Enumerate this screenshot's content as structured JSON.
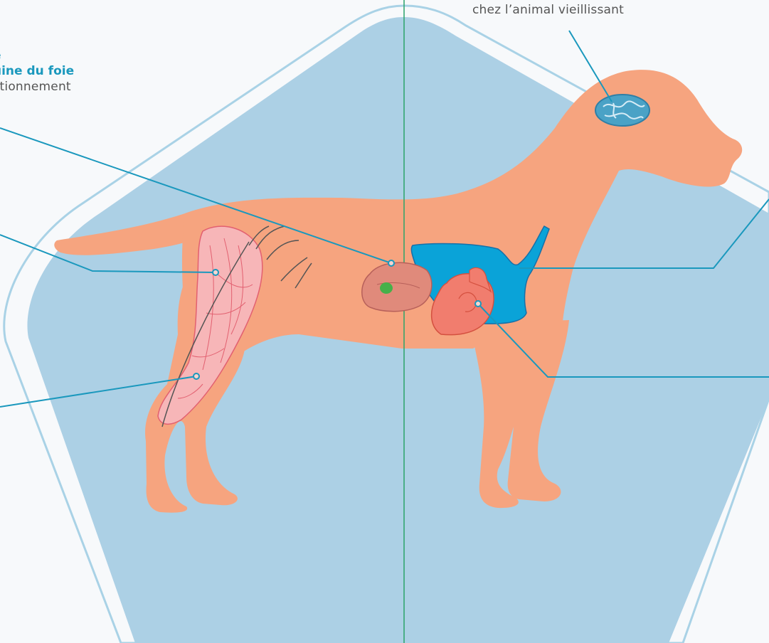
{
  "labels": {
    "brain": "chez l’animal vieillissant",
    "liver_line1": "e",
    "liver_line2": "uine du foie",
    "liver_line3": "ctionnement"
  },
  "colors": {
    "background_shape": "#acd0e5",
    "outline": "#a9d2e6",
    "body": "#f6a47f",
    "lung": "#0aa3d8",
    "heart": "#f17d6e",
    "liver": "#e08a7b",
    "gallbladder": "#46b04a",
    "brain": "#4aa2c6",
    "muscle": "#f7b6b8",
    "leader_line": "#1a98bd",
    "center_line": "#2aa36a"
  }
}
